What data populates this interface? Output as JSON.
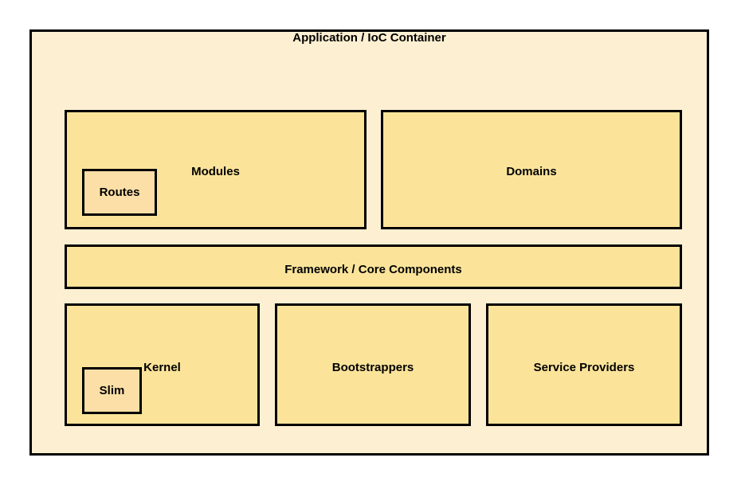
{
  "diagram": {
    "type": "nested-block-architecture-diagram",
    "container": {
      "title": "Application / IoC Container"
    },
    "rows": [
      {
        "blocks": [
          {
            "label": "Modules",
            "nested": {
              "label": "Routes"
            }
          },
          {
            "label": "Domains"
          }
        ]
      },
      {
        "blocks": [
          {
            "label": "Framework / Core Components"
          }
        ]
      },
      {
        "blocks": [
          {
            "label": "Kernel",
            "nested": {
              "label": "Slim"
            }
          },
          {
            "label": "Bootstrappers"
          },
          {
            "label": "Service Providers"
          }
        ]
      }
    ],
    "colors": {
      "page_background": "#ffffff",
      "container_fill": "#fdf0d2",
      "block_fill": "#fbe49a",
      "nested_block_fill": "#fbdfa6",
      "border": "#000000",
      "text": "#000000"
    }
  }
}
